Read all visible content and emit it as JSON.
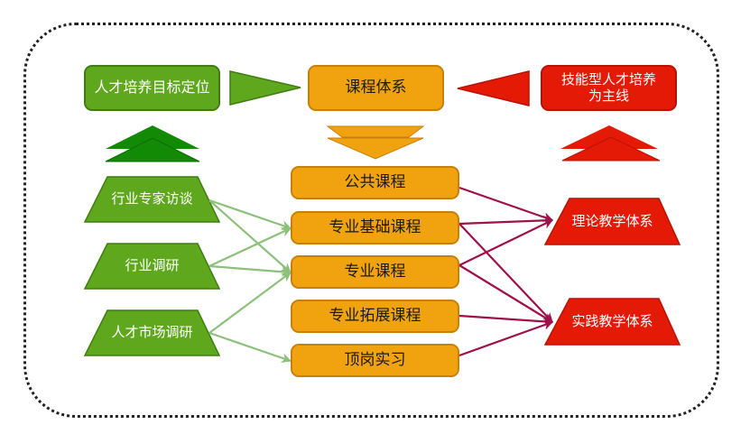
{
  "top_row": {
    "goal": "人才培养目标定位",
    "course_system": "课程体系",
    "mainline": "技能型人才培养\n为主线"
  },
  "research_sources": [
    {
      "label": "行业专家访谈"
    },
    {
      "label": "行业调研"
    },
    {
      "label": "人才市场调研"
    }
  ],
  "courses": [
    {
      "label": "公共课程"
    },
    {
      "label": "专业基础课程"
    },
    {
      "label": "专业课程"
    },
    {
      "label": "专业拓展课程"
    },
    {
      "label": "顶岗实习"
    }
  ],
  "teaching_systems": [
    {
      "label": "理论教学体系"
    },
    {
      "label": "实践教学体系"
    }
  ],
  "links": {
    "source_to_course": [
      [
        0,
        1
      ],
      [
        0,
        2
      ],
      [
        1,
        1
      ],
      [
        1,
        2
      ],
      [
        2,
        2
      ],
      [
        2,
        4
      ]
    ],
    "course_to_system": [
      [
        0,
        0
      ],
      [
        1,
        0
      ],
      [
        1,
        1
      ],
      [
        2,
        0
      ],
      [
        2,
        1
      ],
      [
        3,
        1
      ],
      [
        4,
        1
      ]
    ]
  },
  "colors": {
    "green": "#5fa81e",
    "dark_green": "#138a06",
    "orange": "#f0a30f",
    "red": "#e41a06",
    "green_arrow": "#8dc07a",
    "crimson_arrow": "#a0104a"
  }
}
